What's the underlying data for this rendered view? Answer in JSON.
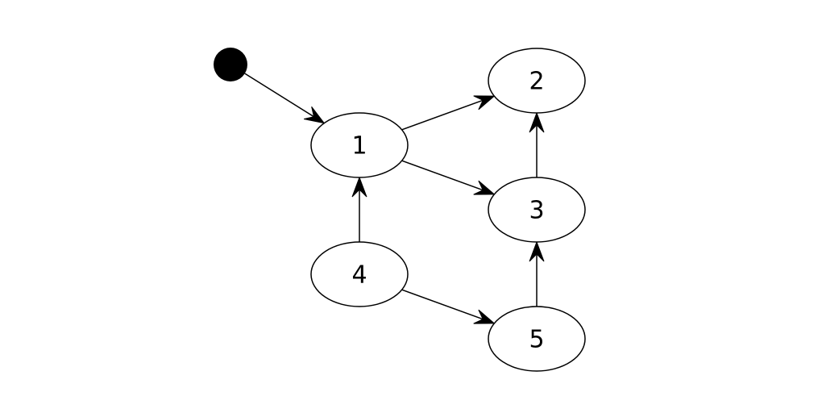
{
  "diagram": {
    "type": "directed-graph",
    "start_marker": "filled-circle",
    "nodes": [
      {
        "id": "1",
        "label": "1"
      },
      {
        "id": "2",
        "label": "2"
      },
      {
        "id": "3",
        "label": "3"
      },
      {
        "id": "4",
        "label": "4"
      },
      {
        "id": "5",
        "label": "5"
      }
    ],
    "edges": [
      {
        "from": "start",
        "to": "1"
      },
      {
        "from": "1",
        "to": "2"
      },
      {
        "from": "1",
        "to": "3"
      },
      {
        "from": "3",
        "to": "2"
      },
      {
        "from": "4",
        "to": "1"
      },
      {
        "from": "4",
        "to": "5"
      },
      {
        "from": "5",
        "to": "3"
      }
    ],
    "colors": {
      "stroke": "#000000",
      "fill": "#ffffff",
      "start": "#000000"
    }
  }
}
